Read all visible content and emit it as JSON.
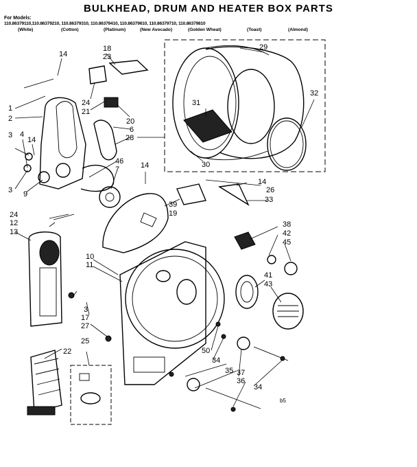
{
  "title": "BULKHEAD, DRUM AND HEATER BOX PARTS",
  "models_label": "For Models:",
  "models_line": "110.86379110,110.86379210, 110.86379310, 110.86379410, 110.86379610, 110.86379710, 110.86379810",
  "colors": [
    "(White)",
    "(Cotton)",
    "(Platinum)",
    "(New Avocado)",
    "(Golden Wheat)",
    "(Toast)",
    "(Almond)"
  ],
  "corner_mark": "b5",
  "callouts": {
    "c1": "1",
    "c2": "2",
    "c3a": "3",
    "c3b": "3",
    "c3c": "3",
    "c4": "4",
    "c6": "6",
    "c7": "7",
    "c9": "9",
    "c10": "10",
    "c11": "11",
    "c12": "12",
    "c13": "13",
    "c14a": "14",
    "c14b": "14",
    "c14c": "14",
    "c14d": "14",
    "c17": "17",
    "c18": "18",
    "c19": "19",
    "c20": "20",
    "c21": "21",
    "c22": "22",
    "c23": "23",
    "c24a": "24",
    "c24b": "24",
    "c25": "25",
    "c26": "26",
    "c27": "27",
    "c28": "28",
    "c29": "29",
    "c30": "30",
    "c31": "31",
    "c32": "32",
    "c33": "33",
    "c34a": "34",
    "c34b": "34",
    "c35": "35",
    "c36": "36",
    "c37": "37",
    "c38": "38",
    "c39": "39",
    "c41": "41",
    "c42": "42",
    "c43": "43",
    "c45": "45",
    "c46": "46",
    "c50": "50"
  }
}
